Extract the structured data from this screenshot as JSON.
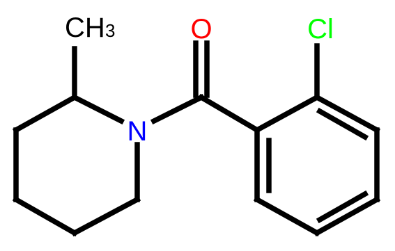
{
  "molecule": {
    "atoms": {
      "oxygen": "O",
      "chlorine": "Cl",
      "nitrogen": "N",
      "methyl": "CH",
      "methyl_subscript": "3"
    },
    "colors": {
      "bond": "#000000",
      "oxygen": "#ff0000",
      "chlorine": "#00ff00",
      "nitrogen": "#0000ff",
      "carbon": "#000000",
      "background": "#ffffff"
    }
  }
}
